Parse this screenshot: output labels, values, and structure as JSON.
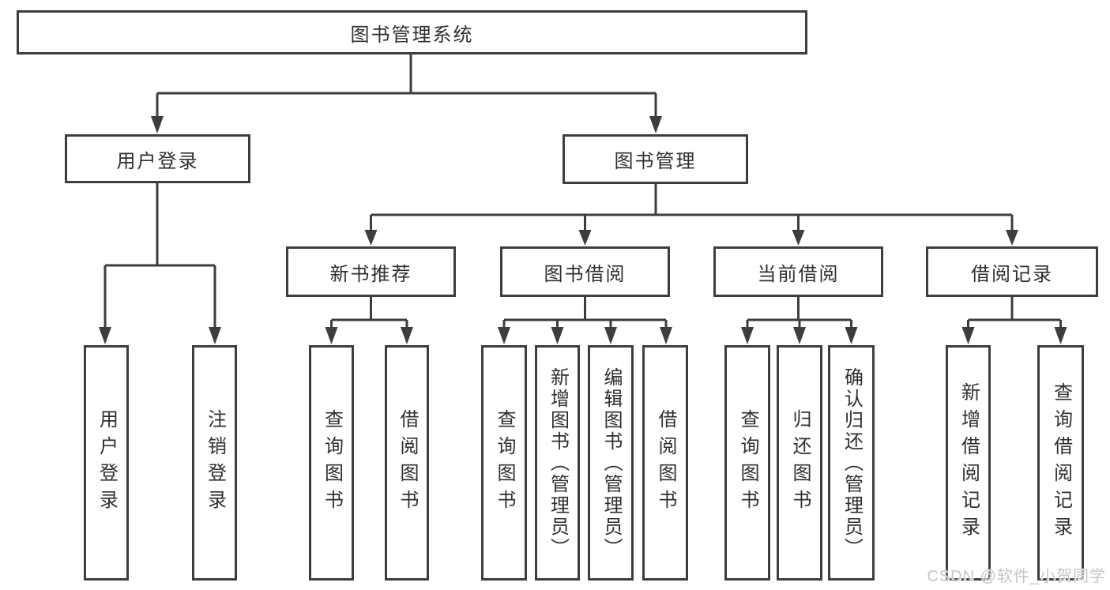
{
  "nodes": {
    "root": "图书管理系统",
    "user_login": "用户登录",
    "book_mgmt": "图书管理",
    "new_book_rec": "新书推荐",
    "book_borrow": "图书借阅",
    "current_borrow": "当前借阅",
    "borrow_record": "借阅记录",
    "ul_login": "用户登录",
    "ul_logout": "注销登录",
    "nbr_query": "查询图书",
    "nbr_borrow": "借阅图书",
    "bb_query": "查询图书",
    "bb_add": "新增图书（管理员）",
    "bb_edit": "编辑图书（管理员）",
    "bb_borrow": "借阅图书",
    "cb_query": "查询图书",
    "cb_return": "归还图书",
    "cb_confirm": "确认归还（管理员）",
    "br_add": "新增借阅记录",
    "br_query": "查询借阅记录"
  },
  "watermark": "CSDN @软件_小贺同学",
  "colors": {
    "line": "#3d3d3d",
    "text": "#2f2f2f",
    "watermark": "#c6c6c6",
    "background": "#ffffff"
  }
}
